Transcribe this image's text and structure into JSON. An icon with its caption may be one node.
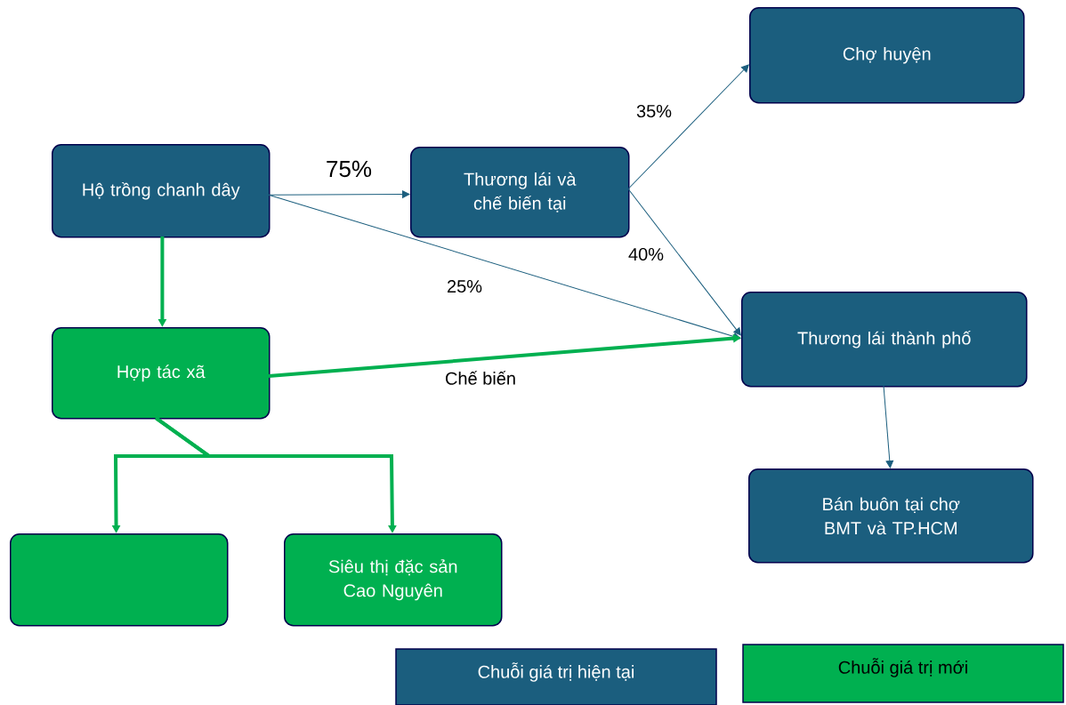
{
  "diagram": {
    "nodes": [
      {
        "text": [
          "Chợ huyện"
        ]
      },
      {
        "text": [
          "Hộ trồng chanh dây"
        ]
      },
      {
        "text": [
          "Thương lái và chế biến tại"
        ]
      },
      {
        "text": [
          "Thương lái thành phố"
        ]
      },
      {
        "text": [
          "Hợp tác xã"
        ]
      },
      {
        "text": [
          "Bán buôn tại chợ BMT và TP.HCM"
        ]
      },
      {
        "text": [],
        "shape": "box"
      },
      {
        "text": [
          "Siêu thị đặc sản Cao Nguyên"
        ]
      }
    ],
    "edges": [
      {
        "from": 1,
        "to": 2,
        "arrow": "to",
        "label": "75%"
      },
      {
        "from": 2,
        "to": 0,
        "arrow": "to",
        "label": "35%"
      },
      {
        "from": 2,
        "to": 3,
        "arrow": "to",
        "label": "40%"
      },
      {
        "from": 1,
        "to": 3,
        "arrow": "to",
        "label": "25%"
      },
      {
        "from": 1,
        "to": 4,
        "arrow": "to",
        "style": "thick",
        "color": "#00b050"
      },
      {
        "from": 4,
        "to": 3,
        "arrow": "to",
        "label": "Chế biến",
        "style": "thick",
        "color": "#00b050"
      },
      {
        "from": 4,
        "to": 6,
        "arrow": "to",
        "style": "thick",
        "color": "#00b050"
      },
      {
        "from": 4,
        "to": 7,
        "arrow": "to",
        "style": "thick",
        "color": "#00b050"
      },
      {
        "from": 3,
        "to": 5,
        "arrow": "to"
      }
    ],
    "legend": [
      {
        "text": "Chuỗi giá trị hiện tại",
        "color": "#1b5e7e"
      },
      {
        "text": "Chuỗi giá trị mới",
        "color": "#00b050"
      }
    ]
  }
}
